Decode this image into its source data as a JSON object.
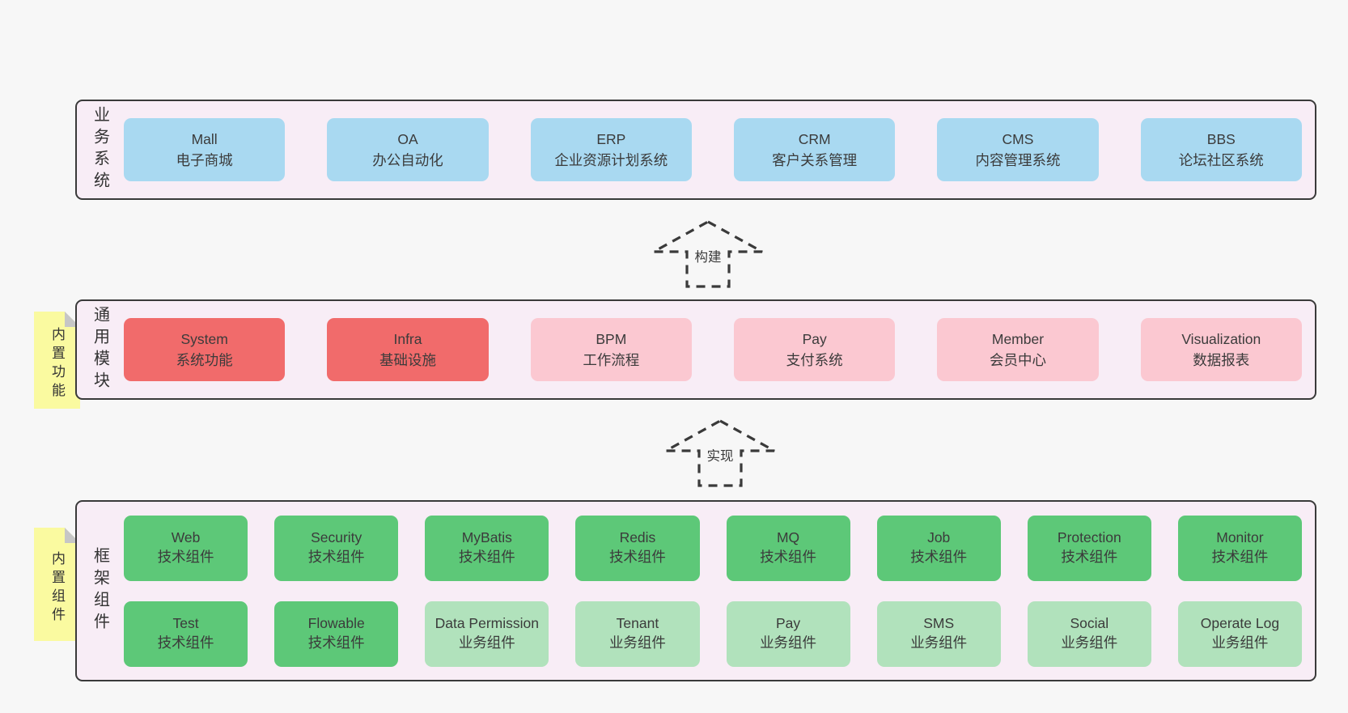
{
  "colors": {
    "page-bg": "#f7f7f7",
    "panel-bg": "#f8edf6",
    "line": "#3a3a3a",
    "blue": "#a9d9f1",
    "red": "#f16b6b",
    "pink": "#fbc8d1",
    "green": "#5dc878",
    "lightgreen": "#b1e2bc",
    "yellow": "#fafaa0",
    "fold": "#c6c6c6"
  },
  "arrows": [
    {
      "label": "构建"
    },
    {
      "label": "实现"
    }
  ],
  "sections": [
    {
      "label": "业务系统",
      "rows": [
        [
          {
            "title": "Mall",
            "subtitle": "电子商城",
            "variant": "blue"
          },
          {
            "title": "OA",
            "subtitle": "办公自动化",
            "variant": "blue"
          },
          {
            "title": "ERP",
            "subtitle": "企业资源计划系统",
            "variant": "blue"
          },
          {
            "title": "CRM",
            "subtitle": "客户关系管理",
            "variant": "blue"
          },
          {
            "title": "CMS",
            "subtitle": "内容管理系统",
            "variant": "blue"
          },
          {
            "title": "BBS",
            "subtitle": "论坛社区系统",
            "variant": "blue"
          }
        ]
      ]
    },
    {
      "label": "通用模块",
      "note": "内置功能",
      "rows": [
        [
          {
            "title": "System",
            "subtitle": "系统功能",
            "variant": "red"
          },
          {
            "title": "Infra",
            "subtitle": "基础设施",
            "variant": "red"
          },
          {
            "title": "BPM",
            "subtitle": "工作流程",
            "variant": "pink"
          },
          {
            "title": "Pay",
            "subtitle": "支付系统",
            "variant": "pink"
          },
          {
            "title": "Member",
            "subtitle": "会员中心",
            "variant": "pink"
          },
          {
            "title": "Visualization",
            "subtitle": "数据报表",
            "variant": "pink"
          }
        ]
      ]
    },
    {
      "label": "框架组件",
      "note": "内置组件",
      "rows": [
        [
          {
            "title": "Web",
            "subtitle": "技术组件",
            "variant": "green"
          },
          {
            "title": "Security",
            "subtitle": "技术组件",
            "variant": "green"
          },
          {
            "title": "MyBatis",
            "subtitle": "技术组件",
            "variant": "green"
          },
          {
            "title": "Redis",
            "subtitle": "技术组件",
            "variant": "green"
          },
          {
            "title": "MQ",
            "subtitle": "技术组件",
            "variant": "green"
          },
          {
            "title": "Job",
            "subtitle": "技术组件",
            "variant": "green"
          },
          {
            "title": "Protection",
            "subtitle": "技术组件",
            "variant": "green"
          },
          {
            "title": "Monitor",
            "subtitle": "技术组件",
            "variant": "green"
          }
        ],
        [
          {
            "title": "Test",
            "subtitle": "技术组件",
            "variant": "green"
          },
          {
            "title": "Flowable",
            "subtitle": "技术组件",
            "variant": "green"
          },
          {
            "title": "Data Permission",
            "subtitle": "业务组件",
            "variant": "lightgreen"
          },
          {
            "title": "Tenant",
            "subtitle": "业务组件",
            "variant": "lightgreen"
          },
          {
            "title": "Pay",
            "subtitle": "业务组件",
            "variant": "lightgreen"
          },
          {
            "title": "SMS",
            "subtitle": "业务组件",
            "variant": "lightgreen"
          },
          {
            "title": "Social",
            "subtitle": "业务组件",
            "variant": "lightgreen"
          },
          {
            "title": "Operate Log",
            "subtitle": "业务组件",
            "variant": "lightgreen"
          }
        ]
      ]
    }
  ]
}
